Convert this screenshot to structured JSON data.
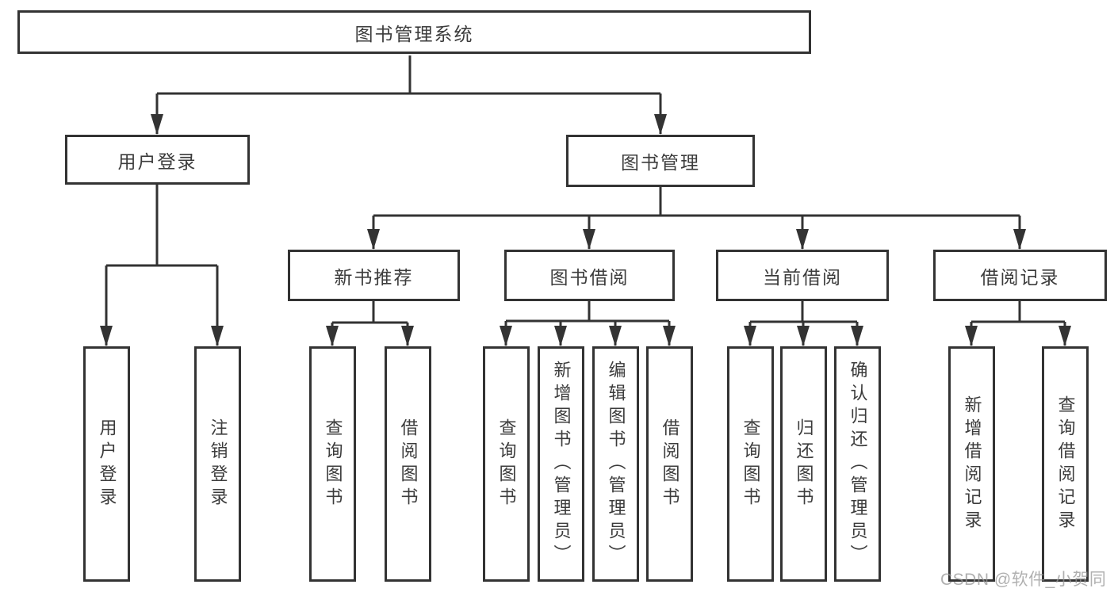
{
  "diagram": {
    "root": {
      "label": "图书管理系统"
    },
    "level2": {
      "user_login": {
        "label": "用户登录"
      },
      "book_management": {
        "label": "图书管理"
      }
    },
    "level3": {
      "new_book": {
        "label": "新书推荐",
        "parent": "图书管理"
      },
      "book_borrow": {
        "label": "图书借阅",
        "parent": "图书管理"
      },
      "current_borrow": {
        "label": "当前借阅",
        "parent": "图书管理"
      },
      "borrow_records": {
        "label": "借阅记录",
        "parent": "图书管理"
      }
    },
    "leaves": [
      {
        "label": "用户登录",
        "parent": "用户登录"
      },
      {
        "label": "注销登录",
        "parent": "用户登录"
      },
      {
        "label": "查询图书",
        "parent": "新书推荐"
      },
      {
        "label": "借阅图书",
        "parent": "新书推荐"
      },
      {
        "label": "查询图书",
        "parent": "图书借阅"
      },
      {
        "label": "新增图书（管理员）",
        "parent": "图书借阅"
      },
      {
        "label": "编辑图书（管理员）",
        "parent": "图书借阅"
      },
      {
        "label": "借阅图书",
        "parent": "图书借阅"
      },
      {
        "label": "查询图书",
        "parent": "当前借阅"
      },
      {
        "label": "归还图书",
        "parent": "当前借阅"
      },
      {
        "label": "确认归还（管理员）",
        "parent": "当前借阅"
      },
      {
        "label": "新增借阅记录",
        "parent": "借阅记录"
      },
      {
        "label": "查询借阅记录",
        "parent": "借阅记录"
      }
    ],
    "watermark": "CSDN @软件_小贺同学",
    "colors": {
      "line": "#333333",
      "text": "#3c3c3c",
      "background": "#ffffff",
      "watermark": "rgba(150,150,150,0.75)"
    }
  }
}
